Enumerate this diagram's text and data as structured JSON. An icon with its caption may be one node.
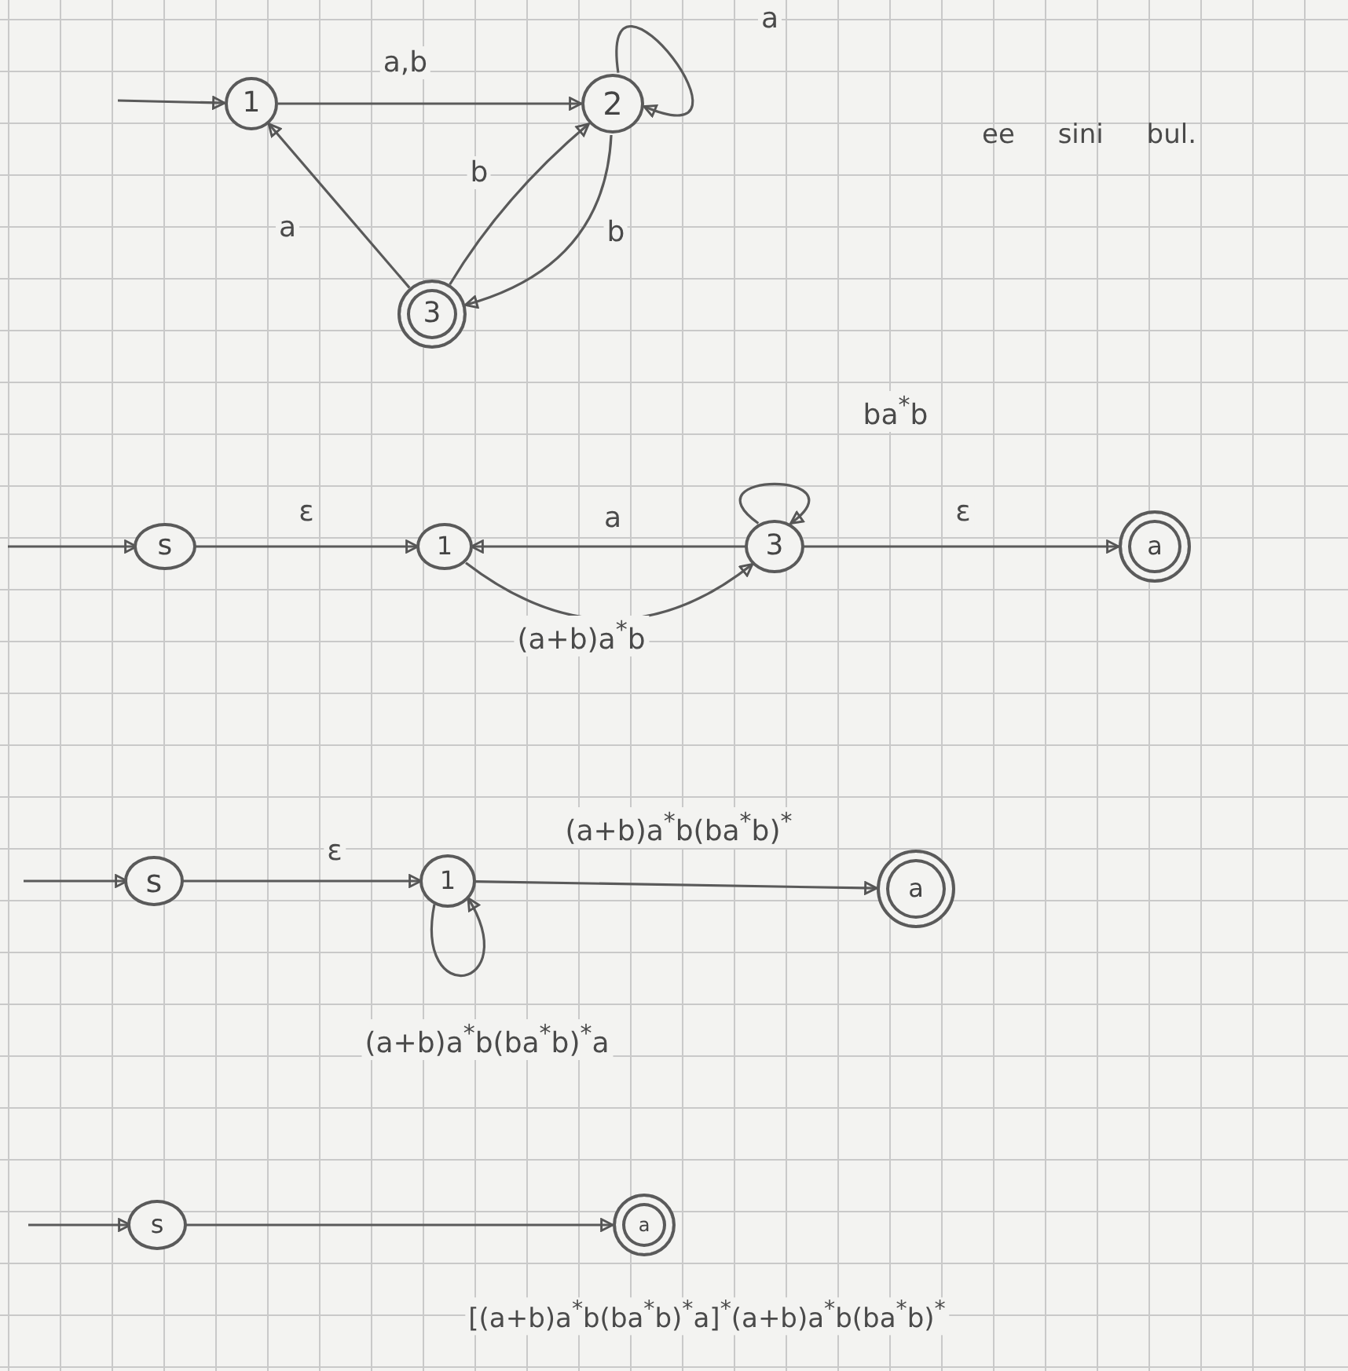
{
  "diagram": {
    "nodes": [
      {
        "text": [
          "1"
        ]
      },
      {
        "text": [
          "2"
        ]
      },
      {
        "text": [
          "3"
        ]
      },
      {
        "text": [
          "s"
        ]
      },
      {
        "text": [
          "1"
        ]
      },
      {
        "text": [
          "3"
        ]
      },
      {
        "text": [
          "a"
        ]
      },
      {
        "text": [
          "s"
        ]
      },
      {
        "text": [
          "1"
        ]
      },
      {
        "text": [
          "a"
        ]
      },
      {
        "text": [
          "s"
        ]
      },
      {
        "text": [
          "a"
        ]
      }
    ],
    "edges": [
      {
        "from": null,
        "to": 0,
        "arrow": "to"
      },
      {
        "from": 0,
        "to": 1,
        "arrow": "to",
        "label": "a,b"
      },
      {
        "from": 2,
        "to": 0,
        "arrow": "to",
        "label": "a"
      },
      {
        "from": 2,
        "to": 1,
        "arrow": "to",
        "label": "b"
      },
      {
        "from": 1,
        "to": 2,
        "arrow": "to",
        "label": "b"
      },
      {
        "from": 1,
        "to": 1,
        "arrow": "to",
        "label": "a"
      },
      {
        "from": null,
        "to": 3,
        "arrow": "to"
      },
      {
        "from": 3,
        "to": 4,
        "arrow": "to",
        "label": "ε"
      },
      {
        "from": 5,
        "to": 4,
        "arrow": "to",
        "label": "a"
      },
      {
        "from": 4,
        "to": 5,
        "arrow": "to",
        "label": "(a+b)a$^{*}$b"
      },
      {
        "from": 5,
        "to": 5,
        "arrow": "to",
        "label": "ba$^{*}$b"
      },
      {
        "from": 5,
        "to": 6,
        "arrow": "to",
        "label": "ε"
      },
      {
        "from": null,
        "to": 7,
        "arrow": "to"
      },
      {
        "from": 7,
        "to": 8,
        "arrow": "to",
        "label": "ε"
      },
      {
        "from": 8,
        "to": 9,
        "arrow": "to",
        "label": "(a+b)a$^{*}$b(ba$^{*}$b)$^{*}$"
      },
      {
        "from": 8,
        "to": 8,
        "arrow": "to",
        "label": "(a+b)a$^{*}$b(ba$^{*}$b)$^{*}$a"
      },
      {
        "from": null,
        "to": 10,
        "arrow": "to"
      },
      {
        "from": 10,
        "to": 11,
        "arrow": "to",
        "label": "[(a+b)a$^{*}$b(ba$^{*}$b)$^{*}$a]$^{*}$(a+b)a$^{*}$b(ba$^{*}$b)$^{*}$"
      }
    ],
    "labels": [
      "ee sini bul."
    ]
  }
}
